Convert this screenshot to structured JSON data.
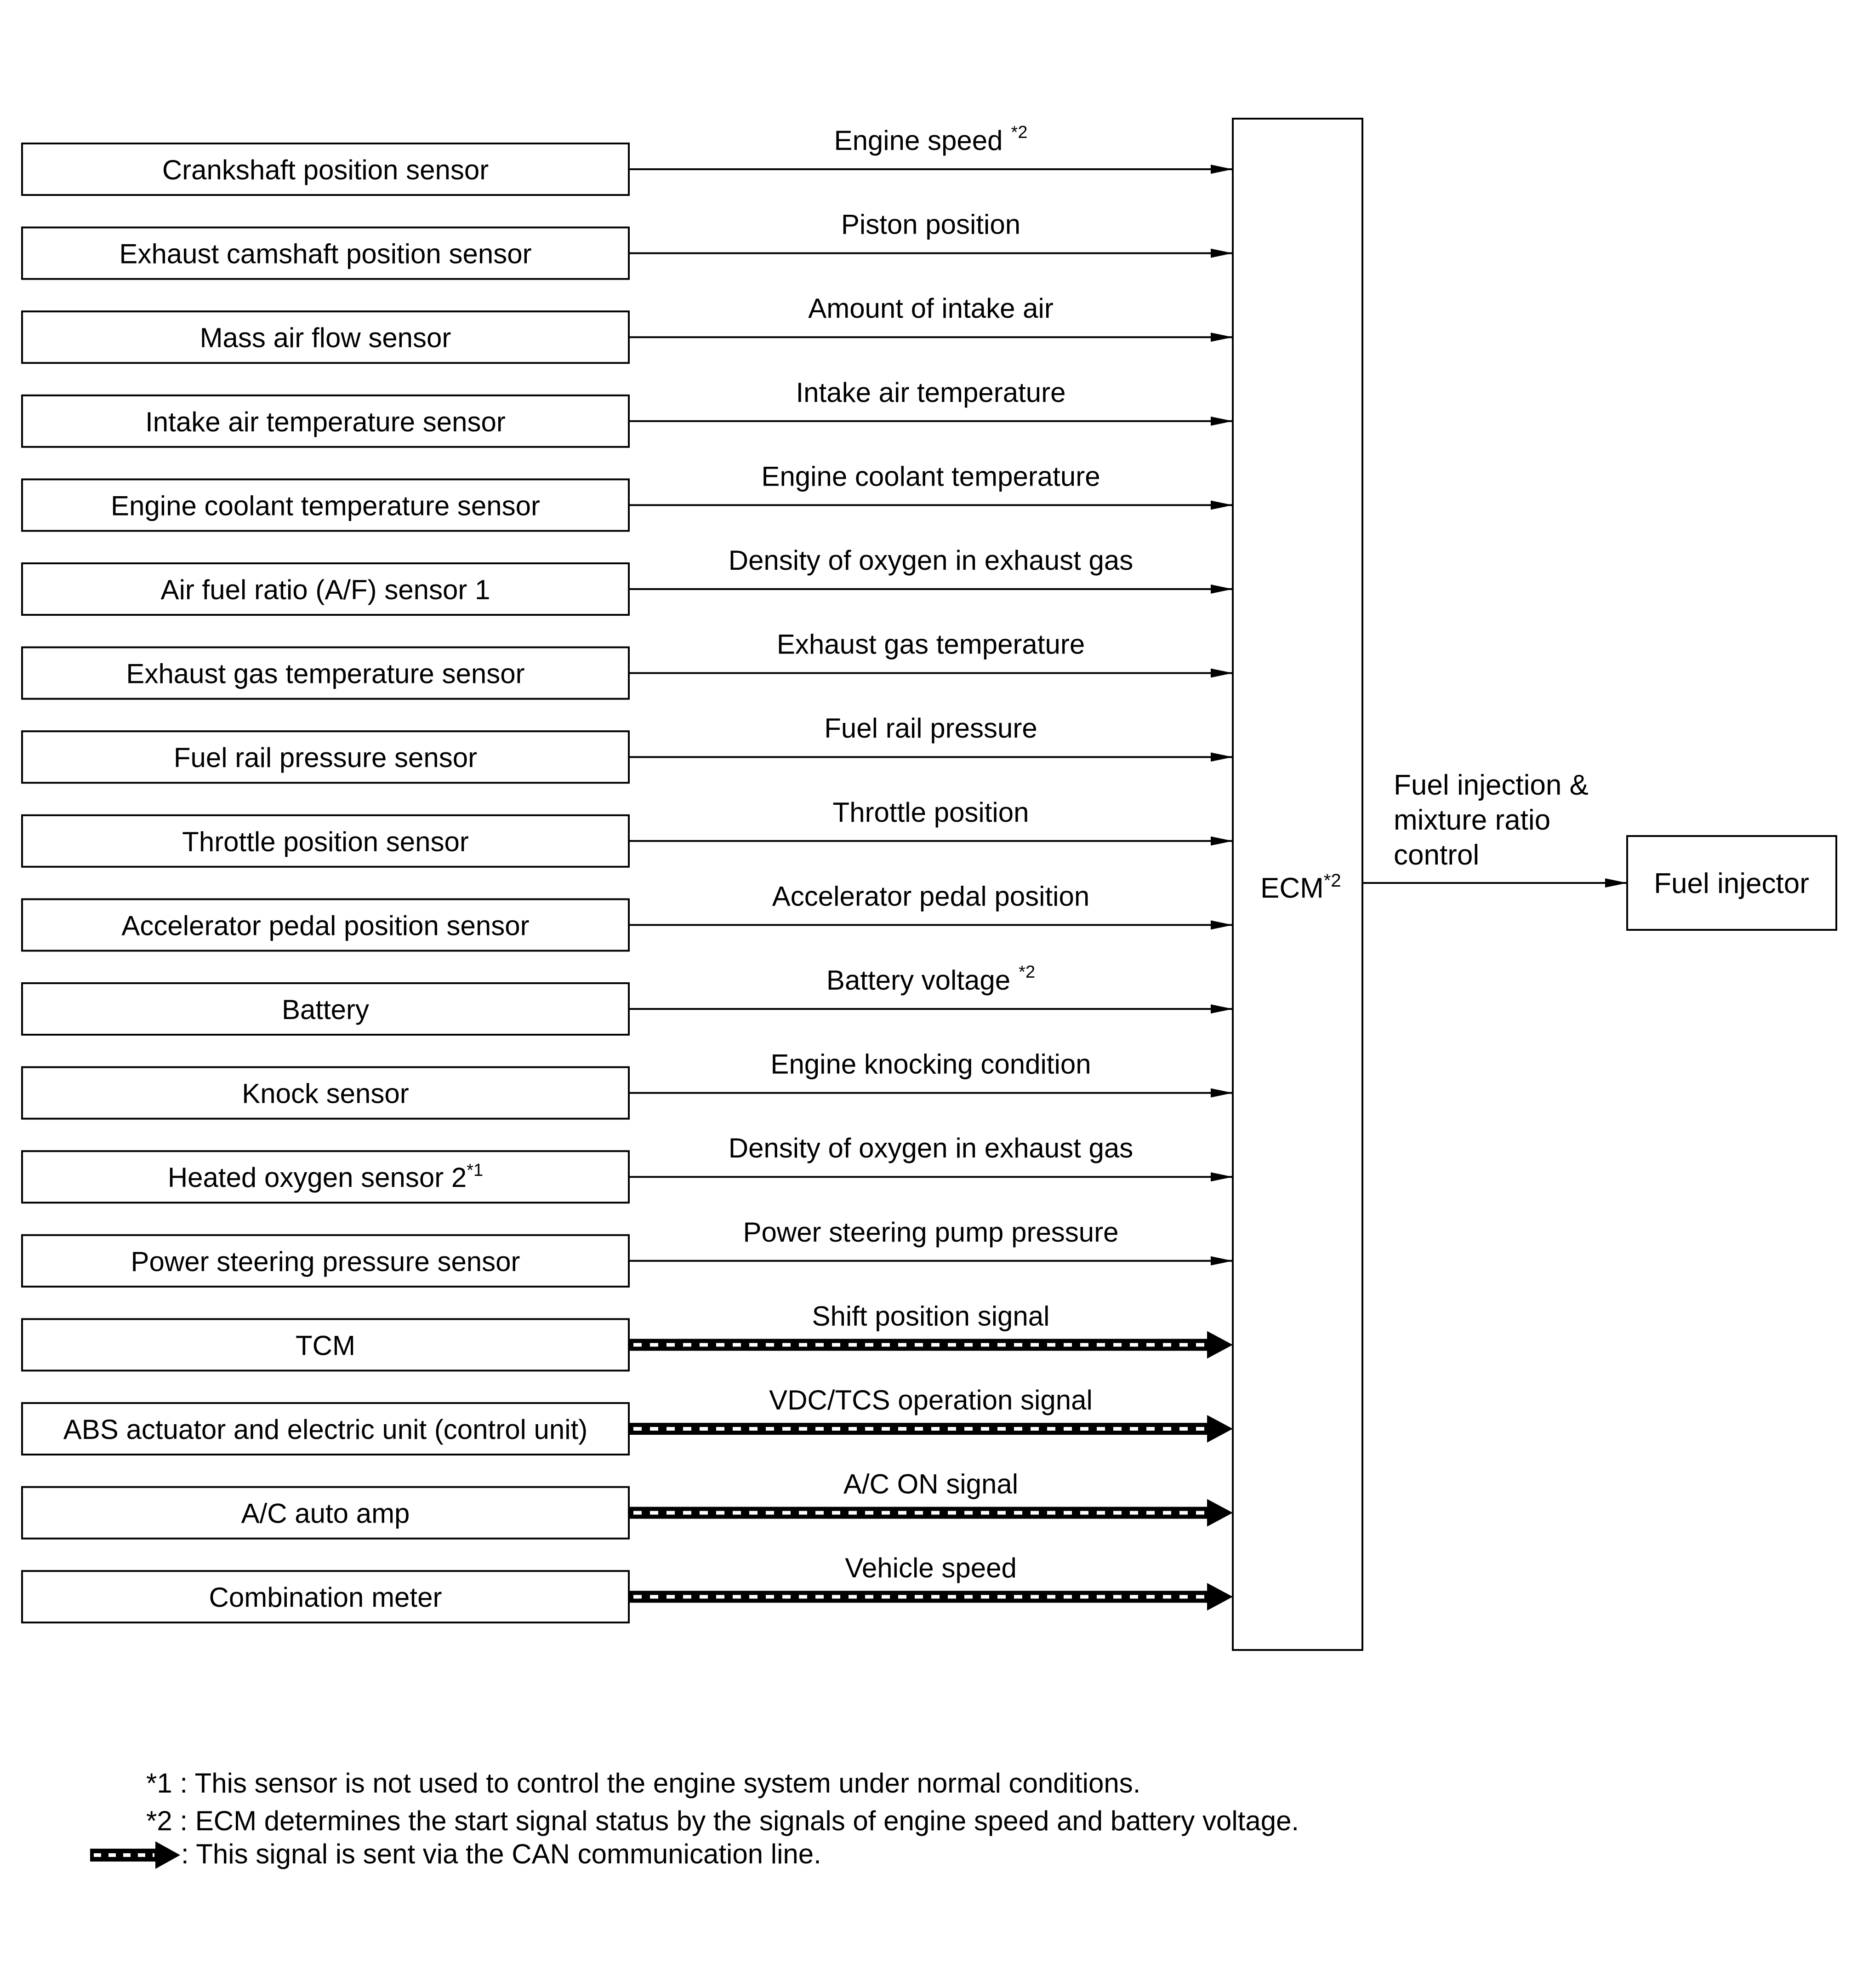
{
  "inputs": [
    {
      "sensor": "Crankshaft position sensor",
      "signal": "Engine speed",
      "signal_note": "*2",
      "sensor_note": "",
      "can": false
    },
    {
      "sensor": "Exhaust camshaft position sensor",
      "signal": "Piston position",
      "signal_note": "",
      "sensor_note": "",
      "can": false
    },
    {
      "sensor": "Mass air flow sensor",
      "signal": "Amount of intake air",
      "signal_note": "",
      "sensor_note": "",
      "can": false
    },
    {
      "sensor": "Intake air temperature sensor",
      "signal": "Intake air temperature",
      "signal_note": "",
      "sensor_note": "",
      "can": false
    },
    {
      "sensor": "Engine coolant temperature sensor",
      "signal": "Engine coolant temperature",
      "signal_note": "",
      "sensor_note": "",
      "can": false
    },
    {
      "sensor": "Air fuel ratio (A/F) sensor 1",
      "signal": "Density of oxygen in exhaust gas",
      "signal_note": "",
      "sensor_note": "",
      "can": false
    },
    {
      "sensor": "Exhaust gas temperature sensor",
      "signal": "Exhaust gas temperature",
      "signal_note": "",
      "sensor_note": "",
      "can": false
    },
    {
      "sensor": "Fuel rail pressure sensor",
      "signal": "Fuel rail pressure",
      "signal_note": "",
      "sensor_note": "",
      "can": false
    },
    {
      "sensor": "Throttle position sensor",
      "signal": "Throttle position",
      "signal_note": "",
      "sensor_note": "",
      "can": false
    },
    {
      "sensor": "Accelerator pedal position sensor",
      "signal": "Accelerator pedal position",
      "signal_note": "",
      "sensor_note": "",
      "can": false
    },
    {
      "sensor": "Battery",
      "signal": "Battery voltage",
      "signal_note": "*2",
      "sensor_note": "",
      "can": false
    },
    {
      "sensor": "Knock sensor",
      "signal": "Engine knocking condition",
      "signal_note": "",
      "sensor_note": "",
      "can": false
    },
    {
      "sensor": "Heated oxygen sensor 2",
      "signal": "Density of oxygen in exhaust gas",
      "signal_note": "",
      "sensor_note": "*1",
      "can": false
    },
    {
      "sensor": "Power steering pressure sensor",
      "signal": "Power steering pump pressure",
      "signal_note": "",
      "sensor_note": "",
      "can": false
    },
    {
      "sensor": "TCM",
      "signal": "Shift position signal",
      "signal_note": "",
      "sensor_note": "",
      "can": true
    },
    {
      "sensor": "ABS actuator and electric unit (control unit)",
      "signal": "VDC/TCS operation signal",
      "signal_note": "",
      "sensor_note": "",
      "can": true
    },
    {
      "sensor": "A/C auto amp",
      "signal": "A/C ON signal",
      "signal_note": "",
      "sensor_note": "",
      "can": true
    },
    {
      "sensor": "Combination meter",
      "signal": "Vehicle speed",
      "signal_note": "",
      "sensor_note": "",
      "can": true
    }
  ],
  "ecm": {
    "label": "ECM",
    "note": "*2"
  },
  "output": {
    "signal_lines": [
      "Fuel injection &",
      "mixture ratio",
      "control"
    ],
    "actuator": "Fuel injector"
  },
  "footnotes": {
    "note1": "*1 : This sensor is not used to control the engine system under normal conditions.",
    "note2": "*2 : ECM determines the start signal status by the signals of engine speed and battery voltage.",
    "can_legend": ": This signal is sent via the CAN communication line."
  }
}
